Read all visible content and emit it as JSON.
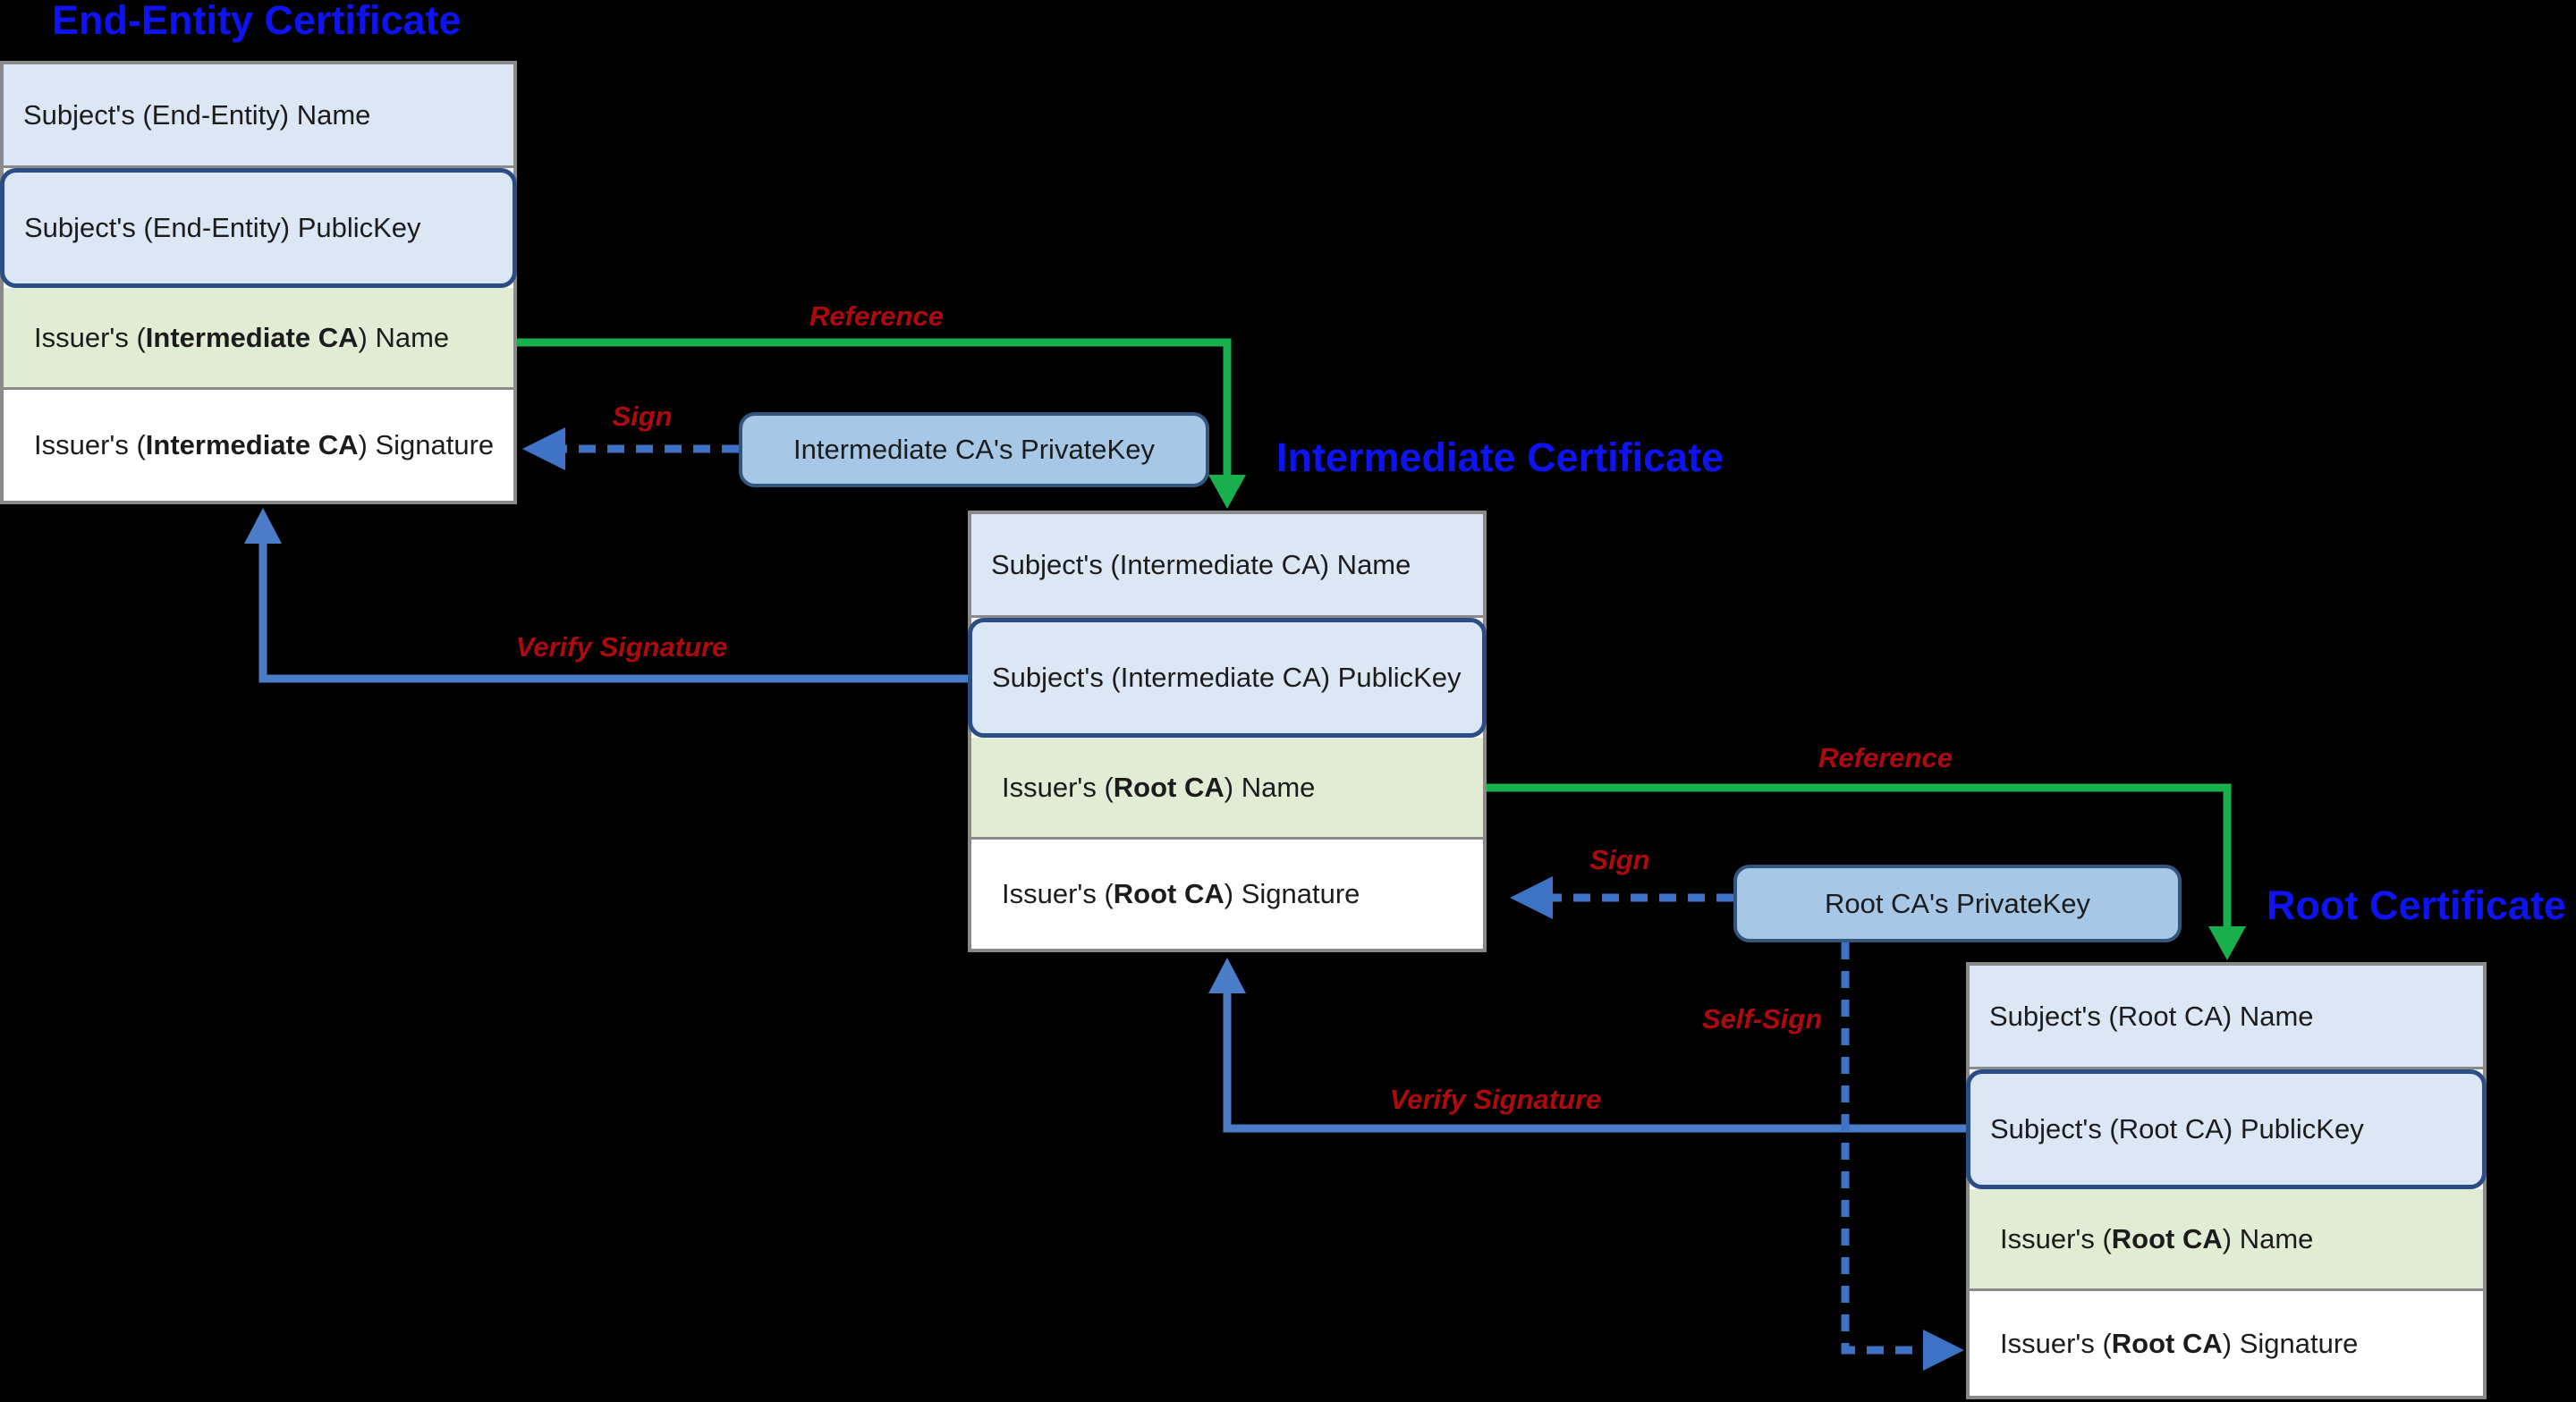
{
  "diagram": {
    "certificates": {
      "end_entity": {
        "title": "End-Entity Certificate",
        "subject_name": "Subject's (End-Entity) Name",
        "subject_publickey": "Subject's (End-Entity) PublicKey",
        "issuer_name": {
          "pre": "Issuer's (",
          "bold": "Intermediate CA",
          "post": ") Name"
        },
        "issuer_signature": {
          "pre": "Issuer's (",
          "bold": "Intermediate CA",
          "post": ") Signature"
        }
      },
      "intermediate": {
        "title": "Intermediate Certificate",
        "subject_name": "Subject's (Intermediate CA) Name",
        "subject_publickey": "Subject's (Intermediate CA) PublicKey",
        "issuer_name": {
          "pre": "Issuer's (",
          "bold": "Root CA",
          "post": ") Name"
        },
        "issuer_signature": {
          "pre": "Issuer's (",
          "bold": "Root CA",
          "post": ") Signature"
        }
      },
      "root": {
        "title": "Root Certificate",
        "subject_name": "Subject's (Root CA) Name",
        "subject_publickey": "Subject's (Root CA) PublicKey",
        "issuer_name": {
          "pre": "Issuer's (",
          "bold": "Root CA",
          "post": ") Name"
        },
        "issuer_signature": {
          "pre": "Issuer's (",
          "bold": "Root CA",
          "post": ") Signature"
        }
      }
    },
    "private_keys": {
      "intermediate": "Intermediate CA's PrivateKey",
      "root": "Root CA's PrivateKey"
    },
    "arrow_labels": {
      "reference_1": "Reference",
      "sign_1": "Sign",
      "verify_1": "Verify Signature",
      "reference_2": "Reference",
      "sign_2": "Sign",
      "self_sign": "Self-Sign",
      "verify_2": "Verify Signature"
    },
    "colors": {
      "title_blue": "#0d13f2",
      "label_red": "#ad0a0f",
      "reference_green": "#17b04d",
      "verify_blue": "#4a7cc7",
      "sign_dashed_blue": "#3d72c6",
      "cell_blue": "#dce7f6",
      "cell_green": "#e0ecd4",
      "cell_white": "#ffffff",
      "publickey_border": "#2a4d85",
      "key_fill": "#a7c7e7",
      "key_border": "#33567d",
      "table_border": "#8a8a8a"
    }
  }
}
